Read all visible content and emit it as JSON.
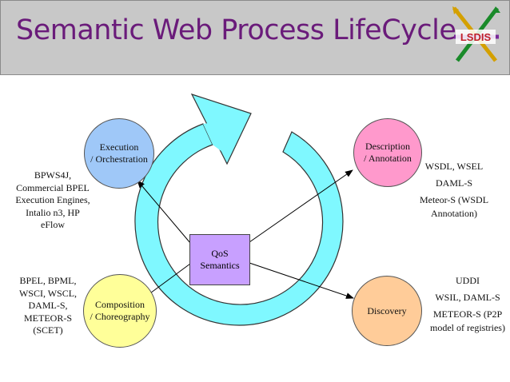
{
  "title": "Semantic Web Process LifeCycle",
  "logo": {
    "text": "LSDIS"
  },
  "nodes": {
    "execution": {
      "label_line1": "Execution",
      "label_line2": "/ Orchestration"
    },
    "description": {
      "label_line1": "Description",
      "label_line2": "/ Annotation"
    },
    "composition": {
      "label_line1": "Composition",
      "label_line2": "/ Choreography"
    },
    "discovery": {
      "label": "Discovery"
    },
    "qos": {
      "label_line1": "QoS",
      "label_line2": "Semantics"
    }
  },
  "notes": {
    "execution": [
      "BPWS4J,",
      "Commercial BPEL",
      "Execution Engines,",
      "Intalio n3, HP",
      "eFlow"
    ],
    "composition": [
      "BPEL, BPML,",
      "WSCI, WSCL,",
      "DAML-S,",
      "METEOR-S",
      "(SCET)"
    ],
    "description": [
      "WSDL, WSEL",
      "DAML-S",
      "Meteor-S (WSDL",
      "Annotation)"
    ],
    "discovery": [
      "UDDI",
      "WSIL, DAML-S",
      "METEOR-S (P2P",
      "model of registries)"
    ]
  },
  "colors": {
    "title": "#6a1b7a",
    "cycle_fill": "#7ff8ff",
    "execution": "#9fc8f8",
    "description": "#ff99cc",
    "composition": "#ffff99",
    "discovery": "#ffcc99",
    "qos": "#c8a0ff"
  }
}
